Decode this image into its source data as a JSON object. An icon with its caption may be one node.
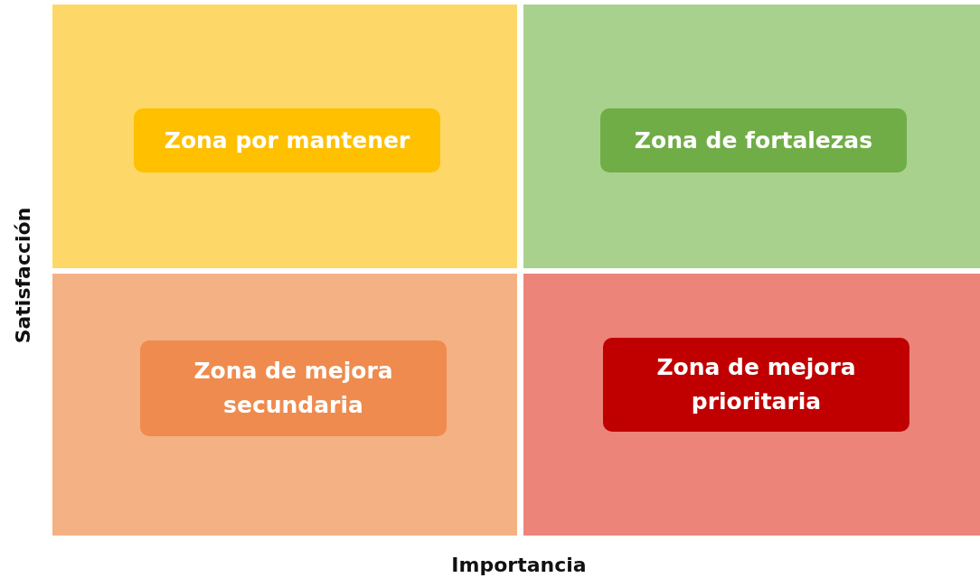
{
  "diagram": {
    "nodes": [
      {
        "text": [],
        "shape": "box"
      },
      {
        "text": [
          "Zona por mantener"
        ],
        "in": 0
      },
      {
        "text": [],
        "shape": "box"
      },
      {
        "text": [
          "Zona de fortalezas"
        ],
        "in": 2
      },
      {
        "text": [],
        "shape": "box"
      },
      {
        "text": [
          "Zona de mejora secundaria"
        ],
        "in": 4
      },
      {
        "text": [],
        "shape": "box"
      },
      {
        "text": [
          "Zona de mejora prioritaria"
        ],
        "in": 6
      }
    ],
    "edges": [],
    "labels": [
      "Satisfacción",
      "Importancia"
    ]
  }
}
